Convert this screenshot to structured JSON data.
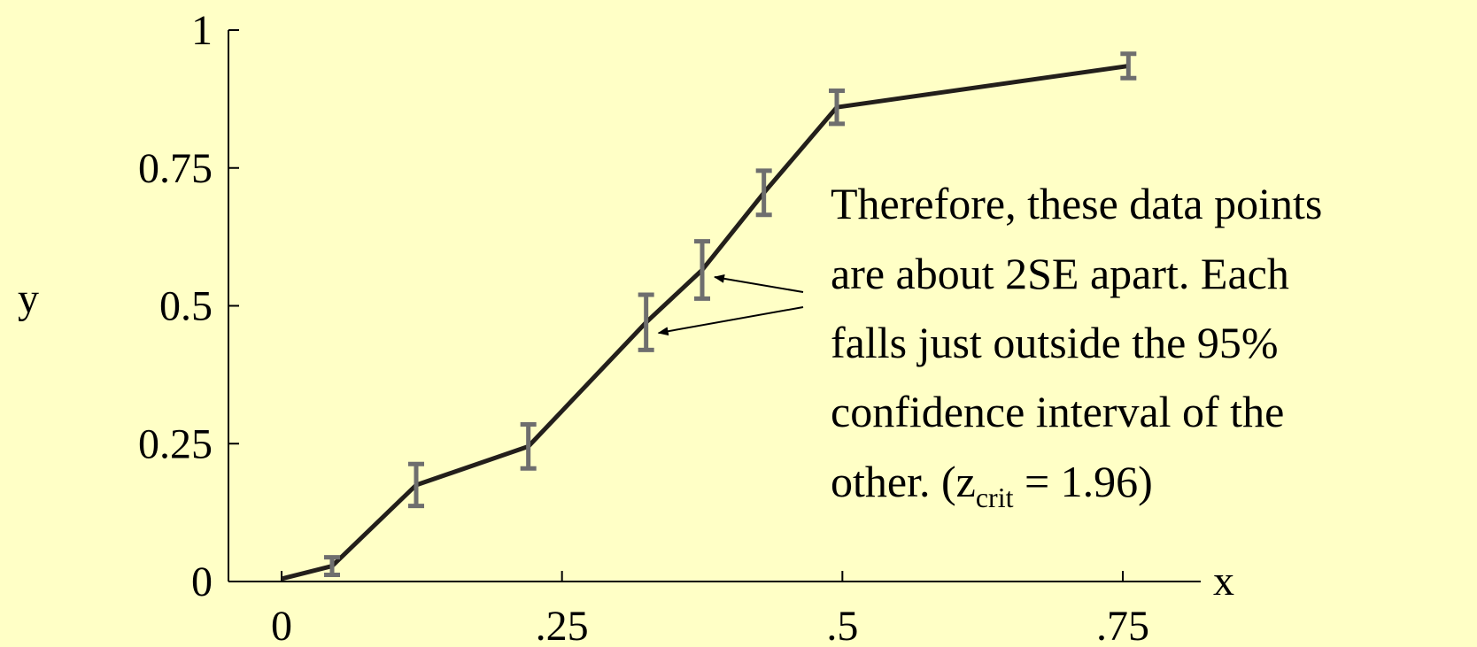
{
  "chart_data": {
    "type": "line",
    "xlabel": "x",
    "ylabel": "y",
    "xlim": [
      0,
      0.79
    ],
    "ylim": [
      0,
      1
    ],
    "x_ticks": [
      {
        "value": 0,
        "label": "0"
      },
      {
        "value": 0.25,
        "label": ".25"
      },
      {
        "value": 0.5,
        "label": ".5"
      },
      {
        "value": 0.75,
        "label": ".75"
      }
    ],
    "y_ticks": [
      {
        "value": 0,
        "label": "0"
      },
      {
        "value": 0.25,
        "label": "0.25"
      },
      {
        "value": 0.5,
        "label": "0.5"
      },
      {
        "value": 0.75,
        "label": "0.75"
      },
      {
        "value": 1,
        "label": "1"
      }
    ],
    "series": [
      {
        "points": [
          {
            "x": 0,
            "y": 0.005,
            "err": null
          },
          {
            "x": 0.045,
            "y": 0.028,
            "err": 0.016
          },
          {
            "x": 0.12,
            "y": 0.175,
            "err": 0.038
          },
          {
            "x": 0.22,
            "y": 0.245,
            "err": 0.04
          },
          {
            "x": 0.325,
            "y": 0.47,
            "err": 0.05
          },
          {
            "x": 0.375,
            "y": 0.565,
            "err": 0.052
          },
          {
            "x": 0.43,
            "y": 0.705,
            "err": 0.04
          },
          {
            "x": 0.495,
            "y": 0.86,
            "err": 0.03
          },
          {
            "x": 0.755,
            "y": 0.935,
            "err": 0.022
          }
        ]
      }
    ],
    "annotation": {
      "lines": [
        "Therefore, these data points",
        "are about 2SE apart.  Each",
        "falls just outside the 95%",
        "confidence interval of the"
      ],
      "last_line_prefix": "other.  (z",
      "last_line_sub": "crit",
      "last_line_suffix": " = 1.96)",
      "arrow_targets": [
        4,
        5
      ]
    },
    "colors": {
      "background": "#ffffc6",
      "line": "#231f1b",
      "error_bar": "#6e6e6e",
      "axis": "#000000"
    }
  }
}
